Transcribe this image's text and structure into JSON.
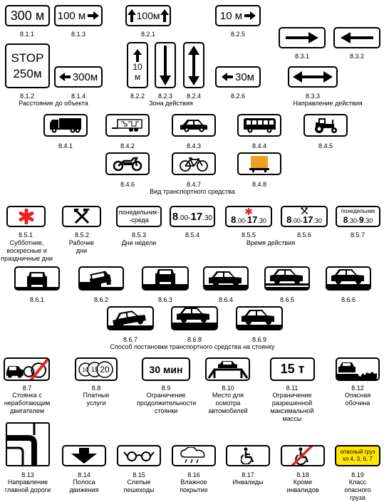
{
  "signs": {
    "s811": {
      "num": "8.1.1",
      "text": "300 м"
    },
    "s813": {
      "num": "8.1.3",
      "text": "100 м"
    },
    "s821": {
      "num": "8.2.1",
      "text": "100м"
    },
    "s825": {
      "num": "8.2.5",
      "text": "10 м"
    },
    "s831": {
      "num": "8.3.1"
    },
    "s832": {
      "num": "8.3.2"
    },
    "s812": {
      "num": "8.1.2",
      "line1": "STOP",
      "line2": "250м"
    },
    "s814": {
      "num": "8.1.4",
      "text": "300м"
    },
    "s822": {
      "num": "8.2.2",
      "line1": "10",
      "line2": "м"
    },
    "s823": {
      "num": "8.2.3"
    },
    "s824": {
      "num": "8.2.4"
    },
    "s826": {
      "num": "8.2.6",
      "text": "30м"
    },
    "s833": {
      "num": "8.3.3"
    },
    "s841": {
      "num": "8.4.1"
    },
    "s842": {
      "num": "8.4.2"
    },
    "s843": {
      "num": "8.4.3"
    },
    "s844": {
      "num": "8.4.4"
    },
    "s845": {
      "num": "8.4.5"
    },
    "s846": {
      "num": "8.4.6"
    },
    "s847": {
      "num": "8.4.7"
    },
    "s848": {
      "num": "8.4.8"
    },
    "s851": {
      "num": "8.5.1"
    },
    "s852": {
      "num": "8.5.2"
    },
    "s853": {
      "num": "8.5.3",
      "line1": "понедельник-",
      "line2": "-среда"
    },
    "s854": {
      "num": "8.5.4",
      "a": "8",
      "b": ".00-",
      "c": "17",
      ".": "",
      "d": ".30"
    },
    "s855": {
      "num": "8.5.5",
      "a": "8",
      ".b": "",
      "b": ".00-",
      "c": "17",
      "d": ".30"
    },
    "s856": {
      "num": "8.5.6",
      "a": "8",
      "b": ".00-",
      "c": "17",
      "d": ".30"
    },
    "s857": {
      "num": "8.5.7",
      "line1": "понедельник",
      "a": "8",
      ".b": "",
      "b": ".30-",
      "c": "9",
      "d": ".30"
    },
    "s861": {
      "num": "8.6.1"
    },
    "s862": {
      "num": "8.6.2"
    },
    "s863": {
      "num": "8.6.3"
    },
    "s864": {
      "num": "8.6.4"
    },
    "s865": {
      "num": "8.6.5"
    },
    "s866": {
      "num": "8.6.6"
    },
    "s867": {
      "num": "8.6.7"
    },
    "s868": {
      "num": "8.6.8"
    },
    "s869": {
      "num": "8.6.9"
    },
    "s87": {
      "num": "8.7"
    },
    "s88": {
      "num": "8.8",
      "c1": "10",
      "c2": "15",
      "c3": "20"
    },
    "s89": {
      "num": "8.9",
      "text": "30 мин"
    },
    "s810": {
      "num": "8.10"
    },
    "s811b": {
      "num": "8.11",
      "text": "15 т"
    },
    "s812b": {
      "num": "8.12"
    },
    "s813b": {
      "num": "8.13"
    },
    "s814b": {
      "num": "8.14"
    },
    "s815": {
      "num": "8.15"
    },
    "s816": {
      "num": "8.16"
    },
    "s817": {
      "num": "8.17"
    },
    "s818": {
      "num": "8.18"
    },
    "s819": {
      "num": "8.19",
      "line1": "опасный груз",
      "line2": "кл 4, 3, 6, 7"
    }
  },
  "captions": {
    "distance": "Расстояние до объекта",
    "zone": "Зона действия",
    "direction": "Направление действия",
    "vehicle": "Вид транспортного средства",
    "c851": "Субботние, воскресные и праздничные дни",
    "c852": "Рабочие дни",
    "c853": "Дни недели",
    "time": "Время действия",
    "parking": "Способ постановки транспортного средства на стоянку",
    "c87": "Стоянка с неработающим двигателем",
    "c88": "Платные услуги",
    "c89": "Ограничение продолжительности стоянки",
    "c810": "Место для осмотра автомобилей",
    "c811": "Ограничение разрешенной максимальной массы",
    "c812": "Опасная обочина",
    "c813": "Направление главной дороги",
    "c814": "Полоса движения",
    "c815": "Слепые пешеходы",
    "c816": "Влажное покрытие",
    "c817": "Инвалиды",
    "c818": "Кроме инвалидов",
    "c819": "Класс опасного груза"
  }
}
